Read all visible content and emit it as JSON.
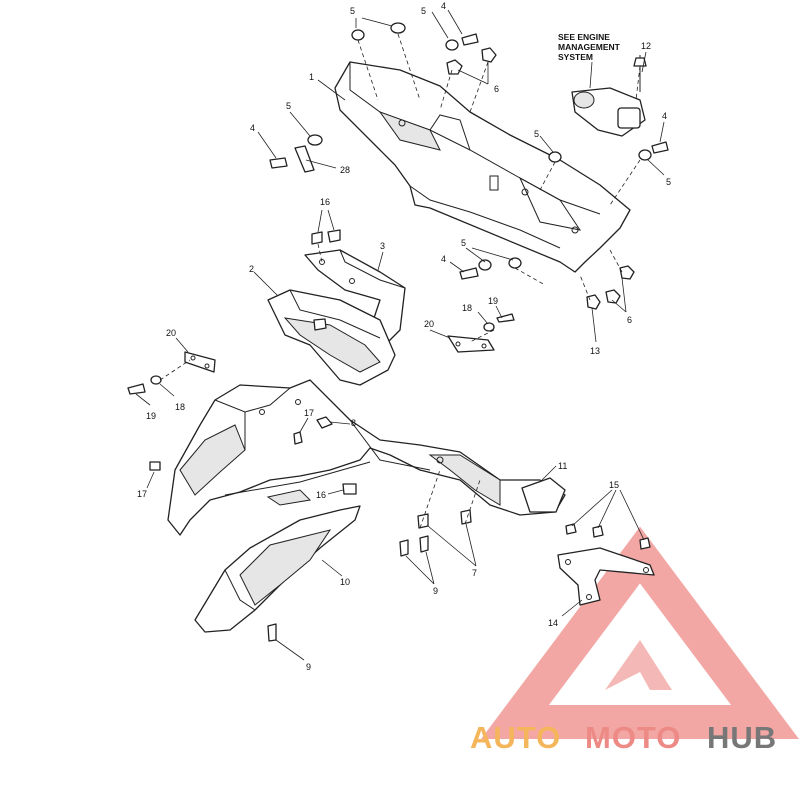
{
  "note": {
    "line1": "SEE ENGINE",
    "line2": "MANAGEMENT",
    "line3": "SYSTEM"
  },
  "labels": {
    "p1": "1",
    "p2": "2",
    "p3": "3",
    "p4a": "4",
    "p4b": "4",
    "p4c": "4",
    "p4d": "4",
    "p5a": "5",
    "p5b": "5",
    "p5c": "5",
    "p5d": "5",
    "p5e": "5",
    "p5f": "5",
    "p6a": "6",
    "p6b": "6",
    "p7": "7",
    "p8": "8",
    "p9a": "9",
    "p9b": "9",
    "p10": "10",
    "p11": "11",
    "p12": "12",
    "p13": "13",
    "p14": "14",
    "p15": "15",
    "p16a": "16",
    "p16b": "16",
    "p17a": "17",
    "p17b": "17",
    "p18a": "18",
    "p18b": "18",
    "p19a": "19",
    "p19b": "19",
    "p20a": "20",
    "p20b": "20",
    "p28": "28"
  },
  "watermark": {
    "part1": "AUTO",
    "part2": "MOTO",
    "part3": "HUB",
    "color1": "#f5b55a",
    "color2": "#ee8a86",
    "color3": "#777777"
  }
}
